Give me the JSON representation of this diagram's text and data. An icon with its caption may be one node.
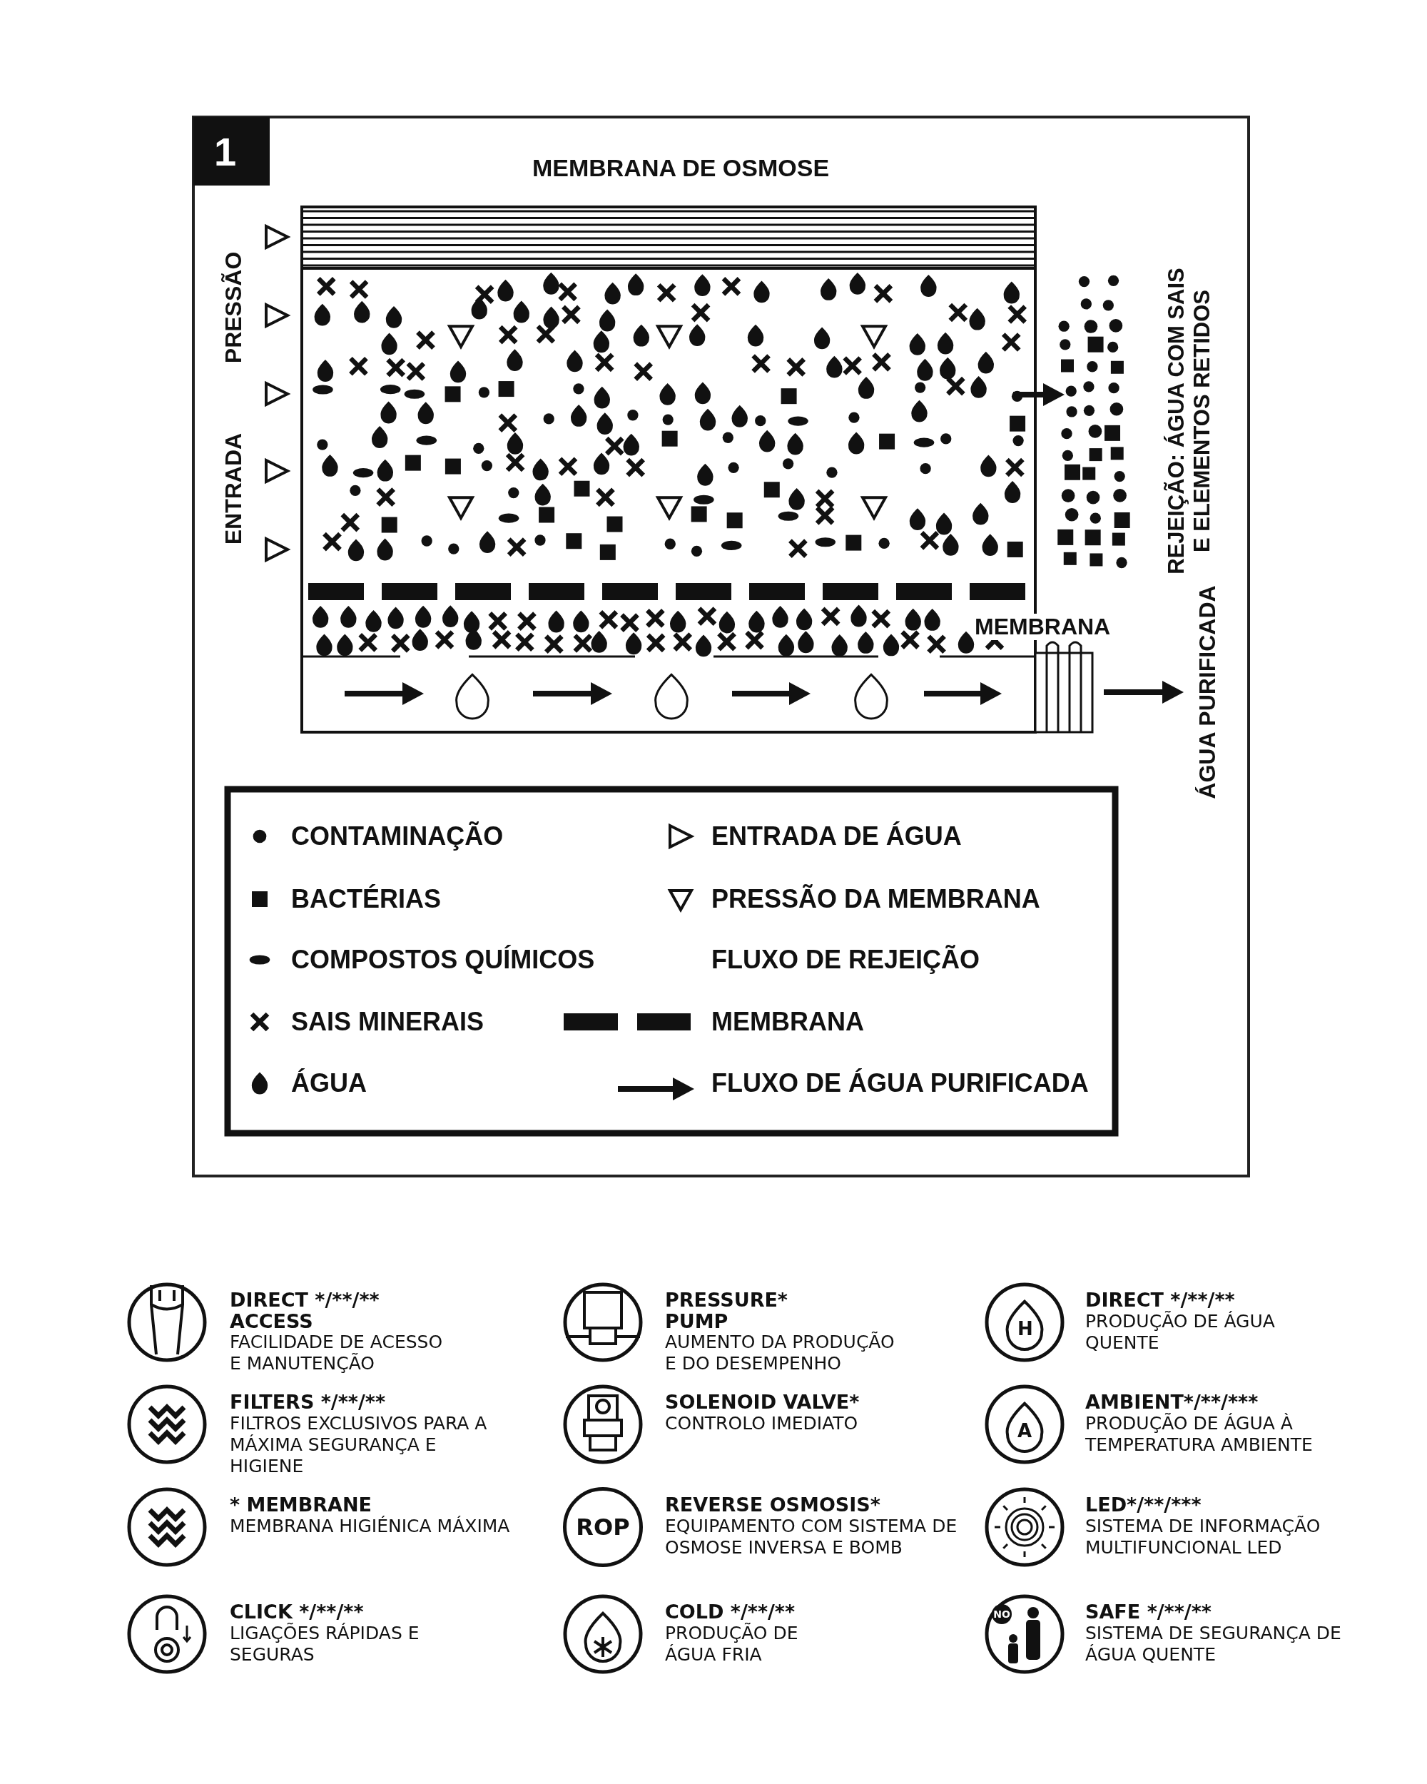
{
  "diagram": {
    "title": "MEMBRANA DE OSMOSE",
    "labels": [
      "1",
      "ENTRADA PRESSÃO",
      "REJEIÇÃO: ÁGUA COM SAIS E ELEMENTOS RETIDOS",
      "MEMBRANA",
      "ÁGUA PURIFICADA",
      "DIRECT */**/** ACCESS",
      "FACILIDADE DE ACESSO E MANUTENÇÃO",
      "PRESSURE* PUMP",
      "AUMENTO DA PRODUÇÃO E DO DESEMPENHO",
      "H",
      "DIRECT */**/**",
      "PRODUÇÃO DE ÁGUA QUENTE",
      "FILTERS */**/**",
      "FILTROS EXCLUSIVOS PARA A MÁXIMA SEGURANÇA E HIGIENE",
      "SOLENOID VALVE*",
      "CONTROLO IMEDIATO",
      "A",
      "AMBIENT*/**/***",
      "PRODUÇÃO DE ÁGUA À TEMPERATURA AMBIENTE",
      "* MEMBRANE",
      "MEMBRANA HIGIÉNICA MÁXIMA",
      "ROP",
      "REVERSE OSMOSIS*",
      "EQUIPAMENTO COM SISTEMA DE OSMOSE INVERSA E BOMB",
      "LED*/**/***",
      "SISTEMA DE INFORMAÇÃO MULTIFUNCIONAL LED",
      "CLICK */**/**",
      "LIGAÇÕES RÁPIDAS E SEGURAS",
      "COLD */**/**",
      "PRODUÇÃO DE ÁGUA FRIA",
      "NO",
      "SAFE */**/**",
      "SISTEMA DE SEGURANÇA DE ÁGUA QUENTE"
    ],
    "legend": [
      {
        "text": "CONTAMINAÇÃO"
      },
      {
        "text": "BACTÉRIAS"
      },
      {
        "text": "COMPOSTOS QUÍMICOS"
      },
      {
        "text": "SAIS MINERAIS"
      },
      {
        "text": "ÁGUA"
      },
      {
        "text": "ENTRADA DE ÁGUA"
      },
      {
        "text": "PRESSÃO DA MEMBRANA"
      },
      {
        "text": "FLUXO DE REJEIÇÃO"
      },
      {
        "text": "MEMBRANA"
      },
      {
        "text": "FLUXO DE ÁGUA PURIFICADA"
      }
    ]
  }
}
